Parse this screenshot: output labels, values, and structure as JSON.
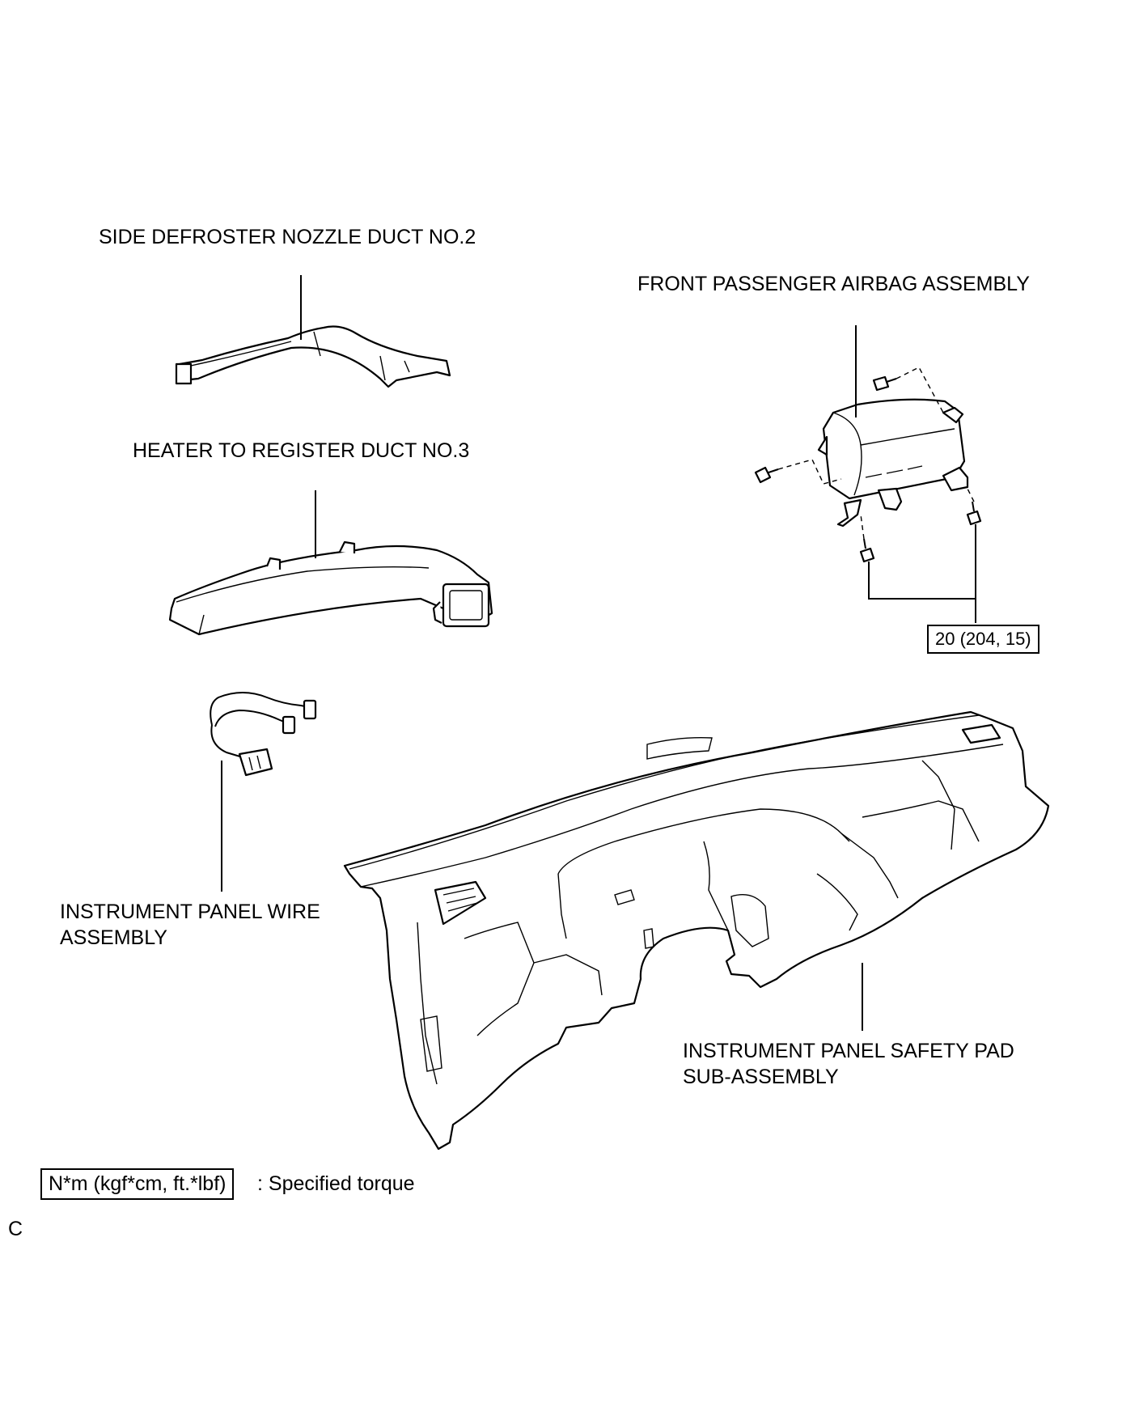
{
  "labels": {
    "side_defroster": "SIDE DEFROSTER NOZZLE DUCT NO.2",
    "front_airbag": "FRONT PASSENGER AIRBAG ASSEMBLY",
    "heater_duct": "HEATER TO REGISTER DUCT NO.3",
    "wire_line1": "INSTRUMENT PANEL WIRE",
    "wire_line2": "ASSEMBLY",
    "safety_pad_line1": "INSTRUMENT PANEL SAFETY PAD",
    "safety_pad_line2": "SUB-ASSEMBLY"
  },
  "torque": {
    "airbag_bolts": "20 (204, 15)"
  },
  "legend": {
    "unit_box": "N*m (kgf*cm, ft.*lbf)",
    "description": ": Specified torque"
  },
  "corner_code": "C"
}
